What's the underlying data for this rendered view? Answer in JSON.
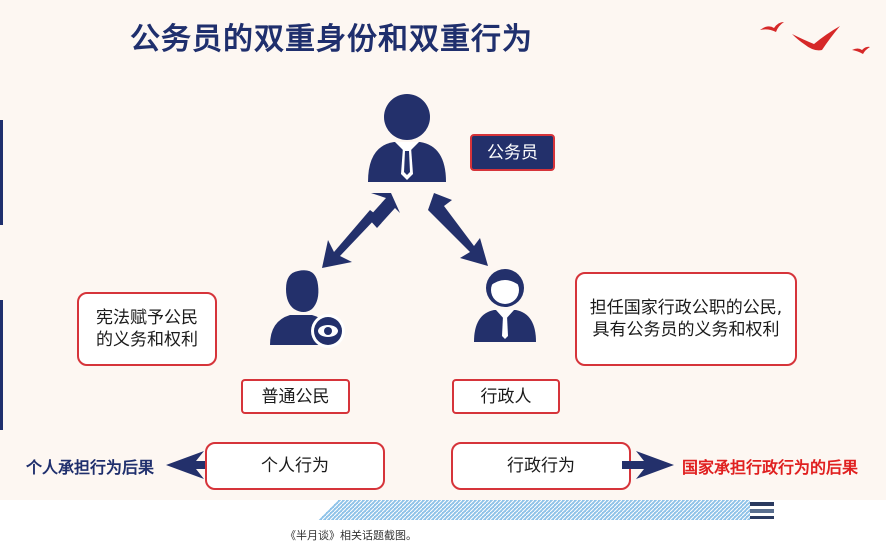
{
  "title": "公务员的双重身份和双重行为",
  "nodes": {
    "civil_servant": "公务员",
    "constitution_note_line1": "宪法赋予公民",
    "constitution_note_line2": "的义务和权利",
    "admin_note_line1": "担任国家行政公职的公民,",
    "admin_note_line2": "具有公务员的义务和权利",
    "ordinary_citizen": "普通公民",
    "administrator": "行政人",
    "personal_act": "个人行为",
    "administrative_act": "行政行为"
  },
  "outcomes": {
    "personal": "个人承担行为后果",
    "state": "国家承担行政行为的后果"
  },
  "caption": "《半月谈》相关话题截图。",
  "colors": {
    "navy": "#23306b",
    "title": "#1f2f6d",
    "red_border": "#d6343a",
    "state_outcome": "#e02020",
    "background": "#fdf7f2",
    "bird": "#d62828"
  },
  "icons": [
    "person-tie-icon",
    "person-eye-icon",
    "businessman-icon",
    "flying-bird-icon"
  ]
}
